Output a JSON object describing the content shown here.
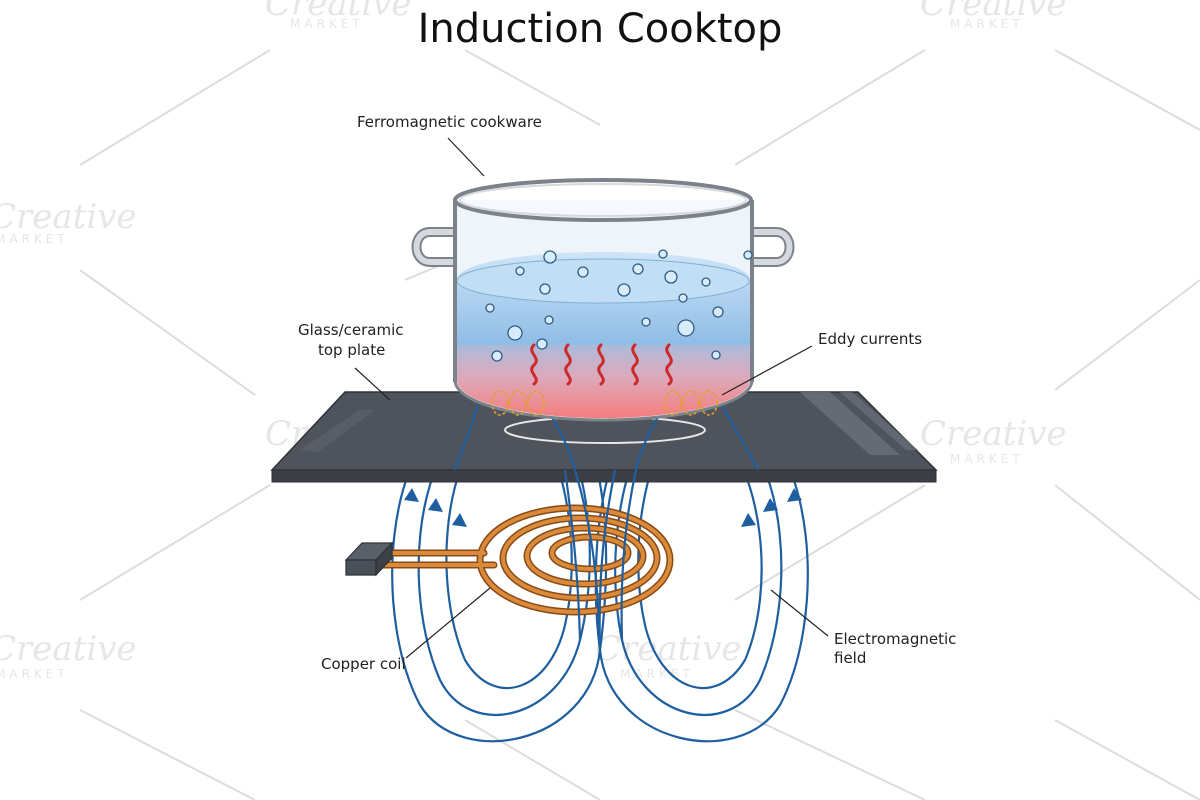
{
  "title": "Induction Cooktop",
  "labels": {
    "cookware": "Ferromagnetic cookware",
    "top_plate_line1": "Glass/ceramic",
    "top_plate_line2": "top plate",
    "eddy": "Eddy currents",
    "coil": "Copper coil",
    "field_line1": "Electromagnetic",
    "field_line2": "field"
  },
  "watermark": {
    "brand": "Creative",
    "sub": "MARKET"
  },
  "colors": {
    "field_lines": "#1f5fa0",
    "coil": "#d98a3a",
    "plate": "#4f545c",
    "water": "#9ec6ea",
    "heat": "#f4a7a7",
    "steam": "#cc2a2a"
  }
}
